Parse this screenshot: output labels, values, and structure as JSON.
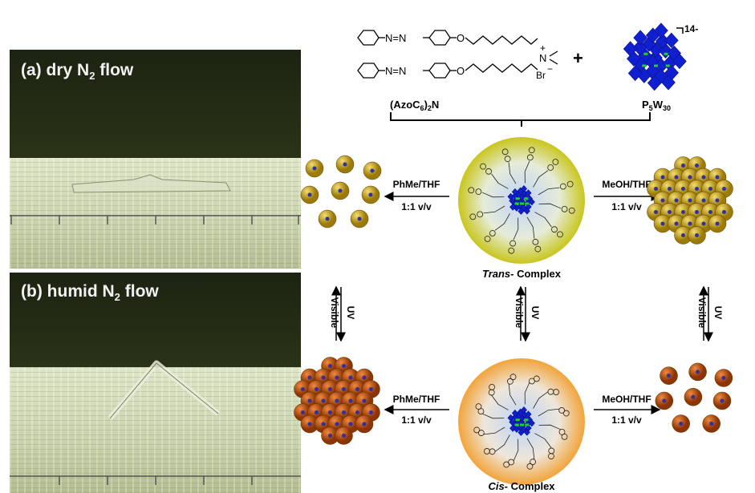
{
  "panel_a": {
    "prefix": "(a)",
    "text": "dry N",
    "sub": "2",
    "suffix": " flow"
  },
  "panel_b": {
    "prefix": "(b)",
    "text": "humid N",
    "sub": "2",
    "suffix": " flow"
  },
  "molecule": {
    "azo": "N=N",
    "oxygen": "O",
    "nitrogen": "N",
    "plus_charge": "+",
    "bromide": "Br",
    "minus_charge": "−",
    "name_pre": "(AzoC",
    "name_sub1": "6",
    "name_mid": ")",
    "name_sub2": "2",
    "name_post": "N"
  },
  "plus_sign": "+",
  "pom": {
    "charge": "14-",
    "p": "P",
    "p_sub": "5",
    "w": "W",
    "w_sub": "30"
  },
  "solvents": {
    "left": "PhMe/THF",
    "right": "MeOH/THF",
    "ratio": "1:1 v/v"
  },
  "trans": {
    "italic": "Trans-",
    "rest": " Complex"
  },
  "cis": {
    "italic": "Cis-",
    "rest": " Complex"
  },
  "light": {
    "uv": "UV",
    "visible": "Visible"
  },
  "colors": {
    "trans": "#c9c61e",
    "cis": "#f2a43a",
    "gold_sphere": "#c8a214",
    "orange_sphere": "#c7560f",
    "pom_blue": "#1020d0",
    "pom_green": "#20d030"
  }
}
